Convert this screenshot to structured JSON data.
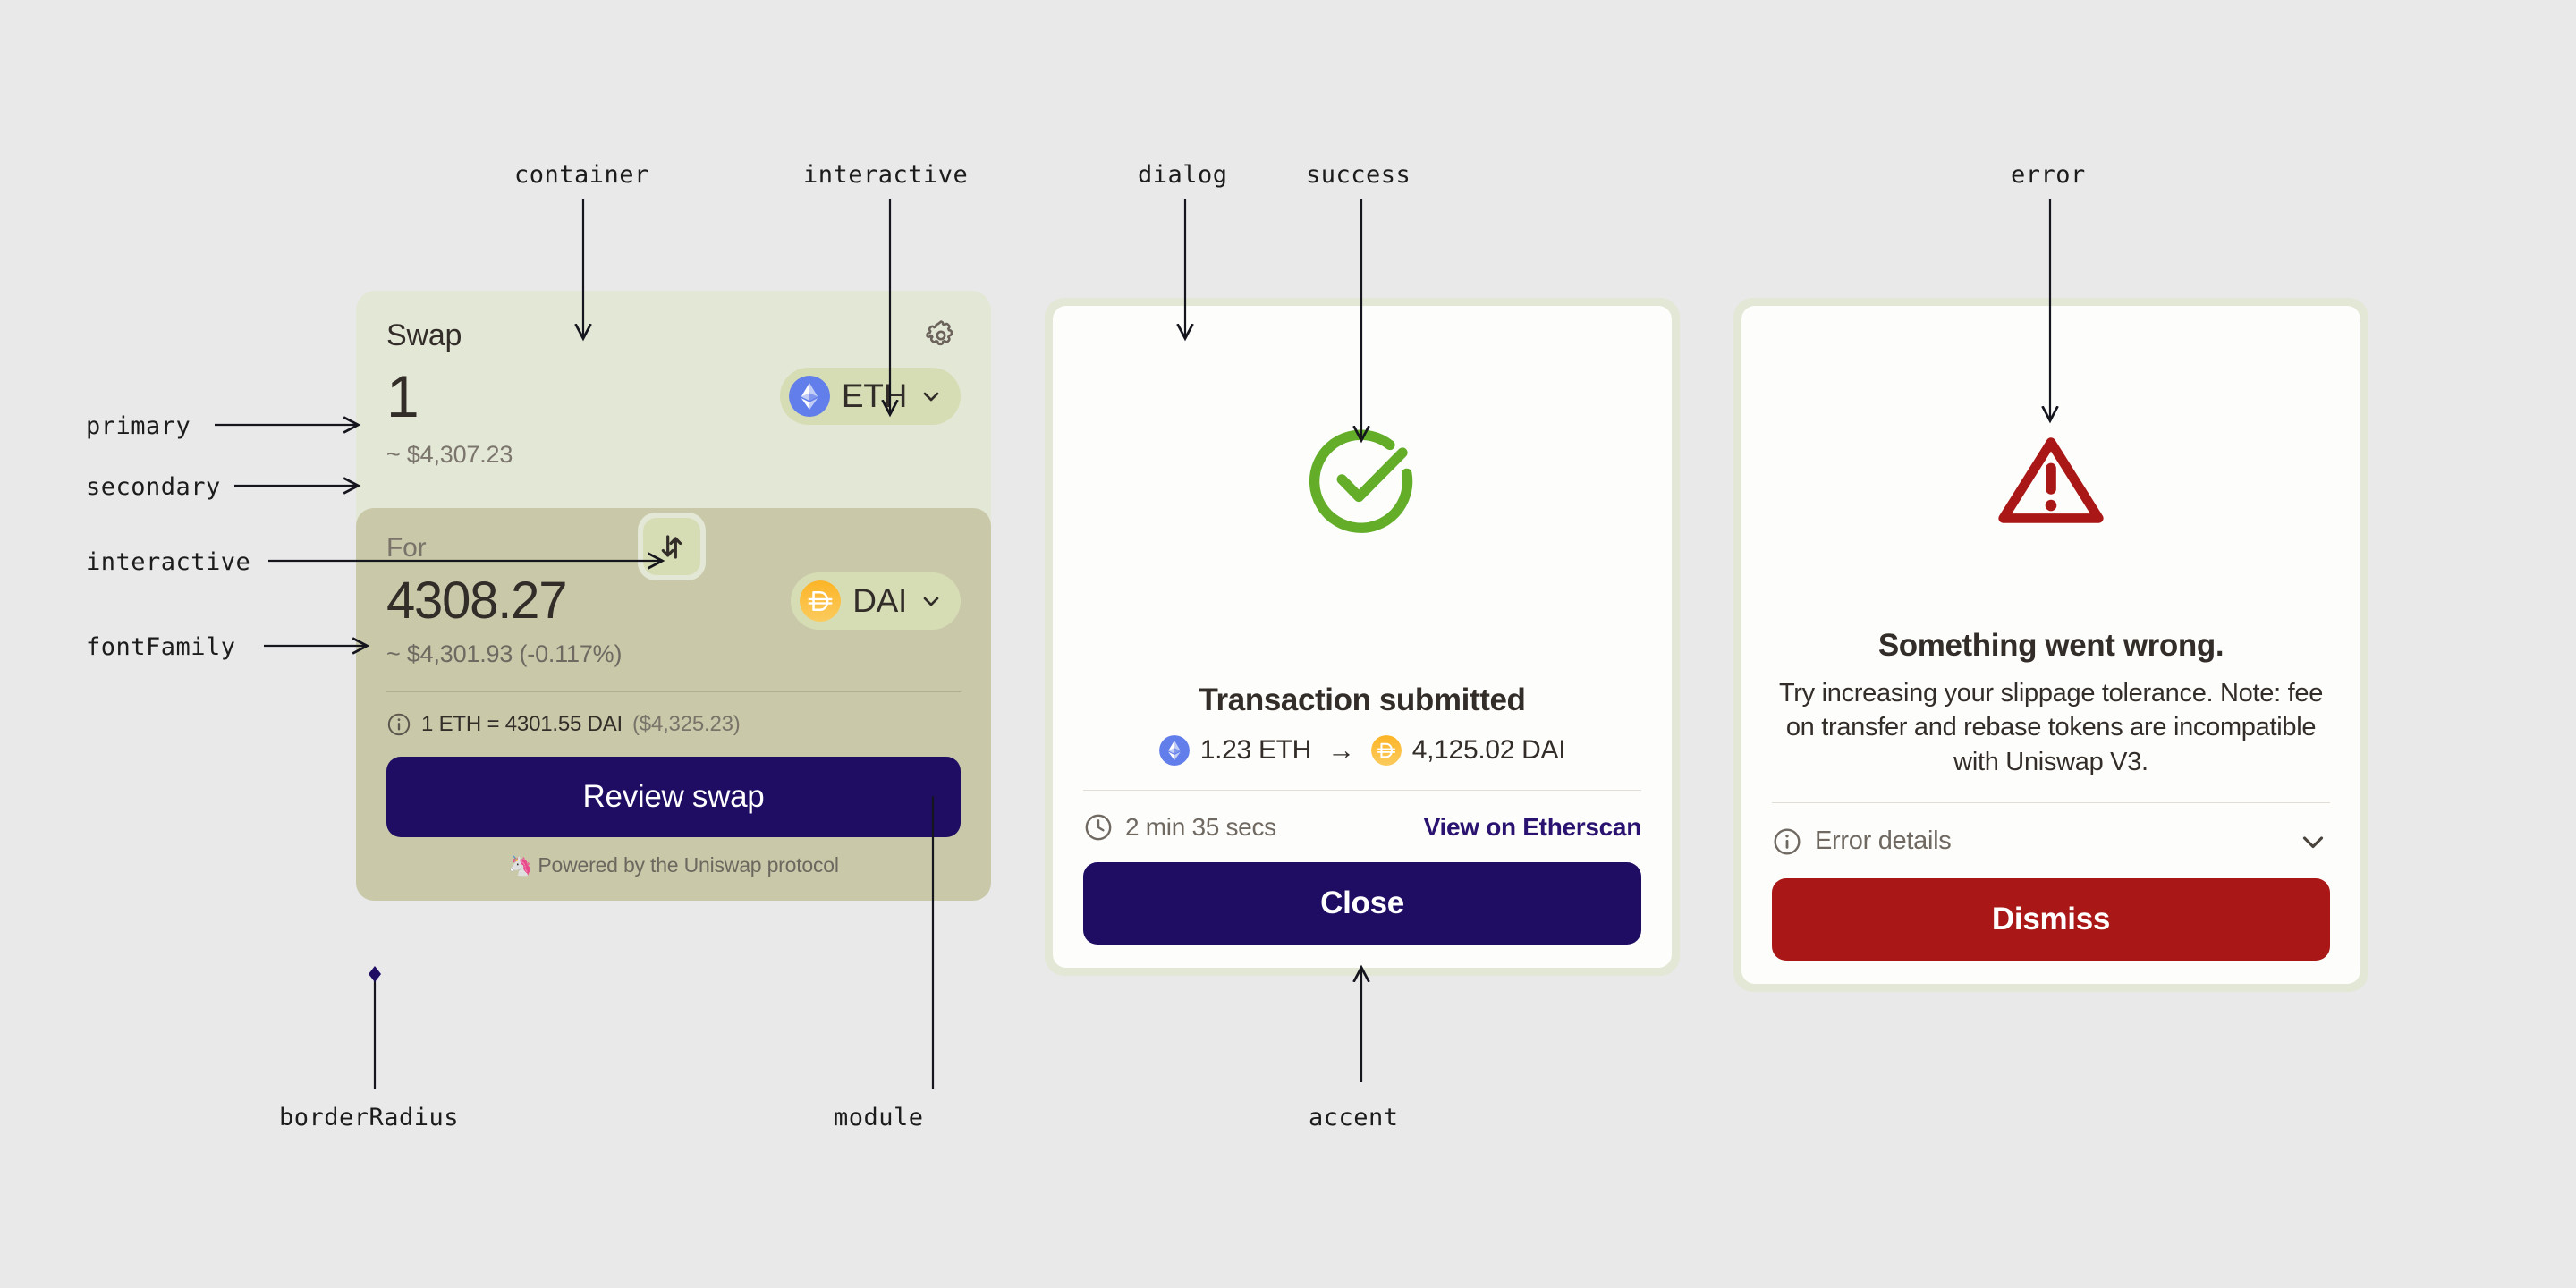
{
  "canvas": {
    "background": "#e9e9e9"
  },
  "annotations": {
    "items": [
      {
        "key": "container",
        "label": "container"
      },
      {
        "key": "interactive",
        "label": "interactive"
      },
      {
        "key": "dialog",
        "label": "dialog"
      },
      {
        "key": "success",
        "label": "success"
      },
      {
        "key": "error",
        "label": "error"
      },
      {
        "key": "primary",
        "label": "primary"
      },
      {
        "key": "secondary",
        "label": "secondary"
      },
      {
        "key": "interactive2",
        "label": "interactive"
      },
      {
        "key": "fontFamily",
        "label": "fontFamily"
      },
      {
        "key": "borderRadius",
        "label": "borderRadius"
      },
      {
        "key": "module",
        "label": "module"
      },
      {
        "key": "accent",
        "label": "accent"
      }
    ]
  },
  "swap_card": {
    "title": "Swap",
    "settings_icon": "gear-icon",
    "sell": {
      "amount": "1",
      "usd_value": "~ $4,307.23",
      "token": {
        "symbol": "ETH",
        "icon": "ethereum-icon"
      }
    },
    "toggle_icon": "swap-direction-icon",
    "buy": {
      "label": "For",
      "amount": "4308.27",
      "usd_value": "~ $4,301.93 (-0.117%)",
      "token": {
        "symbol": "DAI",
        "icon": "dai-icon"
      }
    },
    "rate": {
      "icon": "info-icon",
      "text": "1 ETH = 4301.55 DAI",
      "usd": "($4,325.23)"
    },
    "review_button": "Review swap",
    "footer": {
      "glyph": "unicorn-icon",
      "text": "Powered by the Uniswap protocol"
    }
  },
  "success_dialog": {
    "status_icon": "check-circle-icon",
    "title": "Transaction submitted",
    "from": {
      "amount": "1.23 ETH",
      "icon": "ethereum-icon"
    },
    "arrow": "→",
    "to": {
      "amount": "4,125.02 DAI",
      "icon": "dai-icon"
    },
    "time": {
      "icon": "clock-icon",
      "text": "2 min 35 secs"
    },
    "link": "View on Etherscan",
    "button": "Close"
  },
  "error_dialog": {
    "status_icon": "warning-triangle-icon",
    "title": "Something went wrong.",
    "message": "Try increasing your slippage tolerance. Note: fee on transfer and rebase tokens are incompatible with Uniswap V3.",
    "details": {
      "icon": "info-icon",
      "label": "Error details",
      "chevron": "chevron-down-icon"
    },
    "button": "Dismiss"
  },
  "colors": {
    "container": "#e3e7d5",
    "module": "#c9c9a9",
    "interactive": "#d6ddb5",
    "accent": "#1f0d64",
    "error": "#aa1717",
    "success": "#63ad29",
    "primary_text": "#332d29",
    "secondary_text": "#7c756d"
  }
}
